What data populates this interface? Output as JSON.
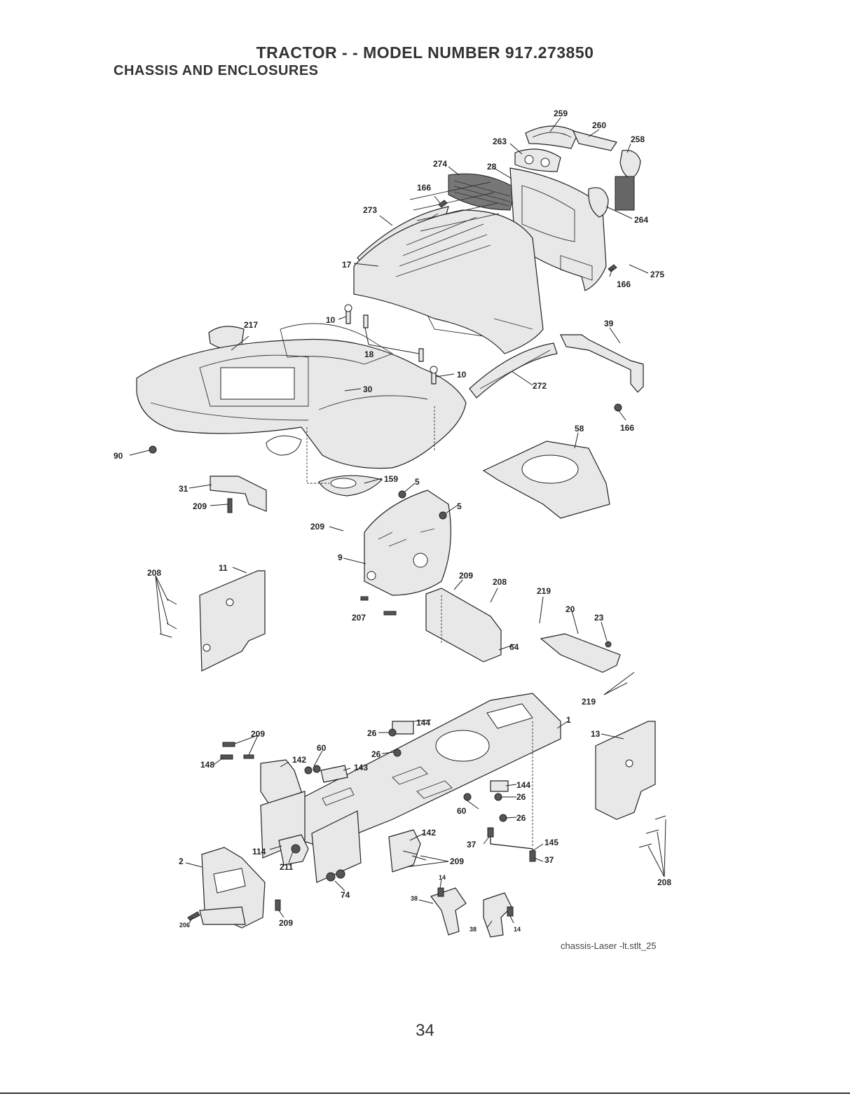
{
  "header": {
    "title": "TRACTOR - - MODEL NUMBER 917.273850",
    "subtitle": "CHASSIS AND ENCLOSURES"
  },
  "callouts": {
    "c259": "259",
    "c260": "260",
    "c258": "258",
    "c263": "263",
    "c274": "274",
    "c28": "28",
    "c166a": "166",
    "c273": "273",
    "c264": "264",
    "c17": "17",
    "c275": "275",
    "c166b": "166",
    "c217": "217",
    "c10a": "10",
    "c18": "18",
    "c39": "39",
    "c10b": "10",
    "c30": "30",
    "c272": "272",
    "c166c": "166",
    "c58": "58",
    "c90": "90",
    "c159": "159",
    "c5a": "5",
    "c5b": "5",
    "c31": "31",
    "c209a": "209",
    "c209b": "209",
    "c9": "9",
    "c208a": "208",
    "c11": "11",
    "c209c": "209",
    "c208b": "208",
    "c219a": "219",
    "c20": "20",
    "c23": "23",
    "c207": "207",
    "c64": "64",
    "c219b": "219",
    "c1": "1",
    "c144a": "144",
    "c13": "13",
    "c26a": "26",
    "c209d": "209",
    "c26b": "26",
    "c142a": "142",
    "c60a": "60",
    "c148": "148",
    "c143": "143",
    "c144b": "144",
    "c26c": "26",
    "c60b": "60",
    "c26d": "26",
    "c142b": "142",
    "c37a": "37",
    "c145": "145",
    "c114": "114",
    "c37b": "37",
    "c209e": "209",
    "c2": "2",
    "c211": "211",
    "c14a": "14",
    "c74": "74",
    "c208c": "208",
    "c38a": "38",
    "c206": "206",
    "c209f": "209",
    "c38b": "38",
    "c14b": "14"
  },
  "caption": "chassis-Laser -lt.stlt_25",
  "page_number": "34"
}
